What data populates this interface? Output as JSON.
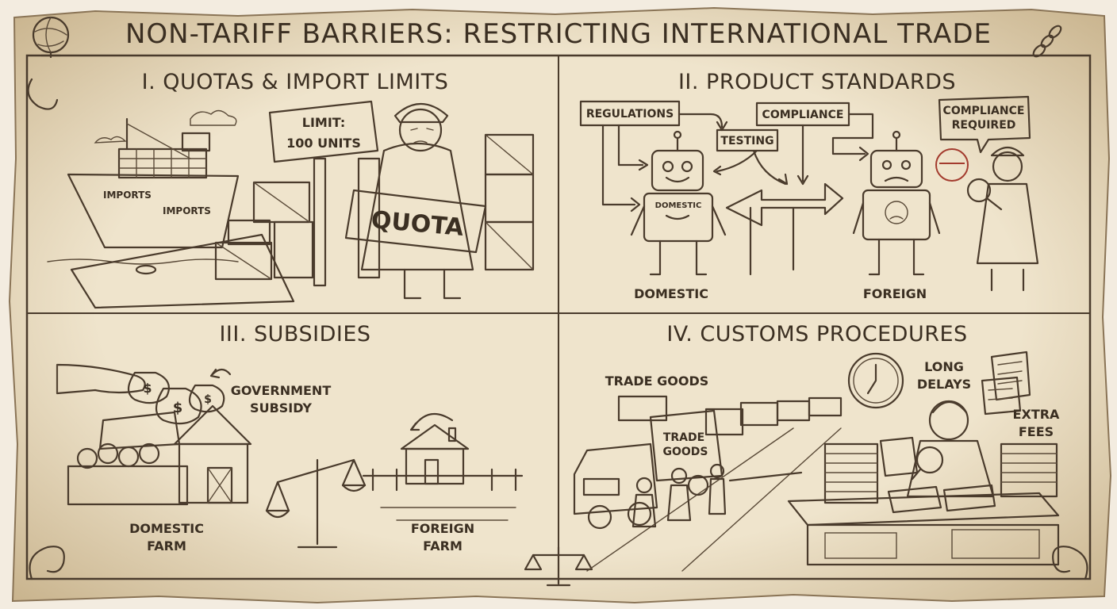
{
  "title": "NON-TARIFF BARRIERS: RESTRICTING INTERNATIONAL TRADE",
  "panels": {
    "quotas": {
      "heading": "I. QUOTAS & IMPORT LIMITS",
      "limit_sign_line1": "LIMIT:",
      "limit_sign_line2": "100 UNITS",
      "ship_label_1": "IMPORTS",
      "ship_label_2": "IMPORTS",
      "quota_sign": "QUOTA"
    },
    "standards": {
      "heading": "II. PRODUCT STANDARDS",
      "box_regulations": "REGULATIONS",
      "box_compliance": "COMPLIANCE",
      "box_testing": "TESTING",
      "speech_line1": "COMPLIANCE",
      "speech_line2": "REQUIRED",
      "robot_chest": "DOMESTIC",
      "domestic_label": "DOMESTIC",
      "foreign_label": "FOREIGN"
    },
    "subsidies": {
      "heading": "III. SUBSIDIES",
      "subsidy_line1": "GOVERNMENT",
      "subsidy_line2": "SUBSIDY",
      "domestic_line1": "DOMESTIC",
      "domestic_line2": "FARM",
      "foreign_line1": "FOREIGN",
      "foreign_line2": "FARM"
    },
    "customs": {
      "heading": "IV. CUSTOMS PROCEDURES",
      "trade_goods": "TRADE GOODS",
      "truck_line1": "TRADE",
      "truck_line2": "GOODS",
      "delays_line1": "LONG",
      "delays_line2": "DELAYS",
      "fees_line1": "EXTRA",
      "fees_line2": "FEES"
    }
  },
  "colors": {
    "paper": "#e8dcc3",
    "ink": "#3b2f22",
    "accent_red": "#a33b2e"
  }
}
